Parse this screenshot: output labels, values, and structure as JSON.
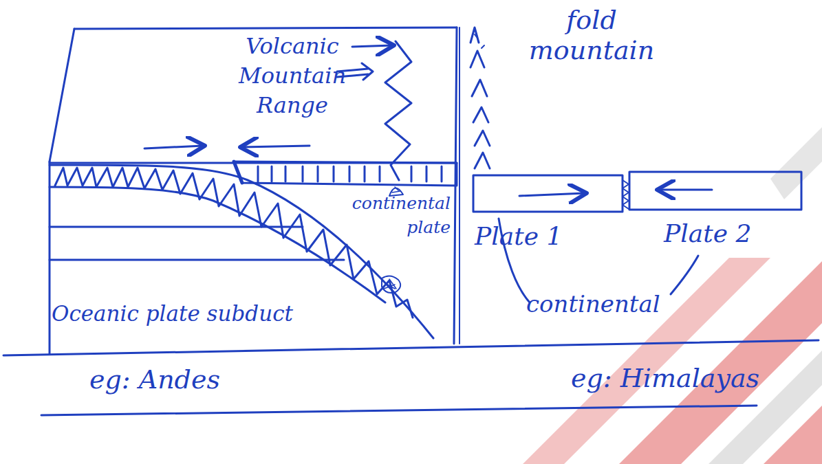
{
  "diagram": {
    "labels": [
      "Volcanic Mountain Range",
      "continental plate",
      "Oceanic plate subduct",
      "eg: Andes",
      "fold mountain",
      "Plate 1",
      "Plate 2",
      "continental",
      "eg: Himalayas"
    ]
  }
}
